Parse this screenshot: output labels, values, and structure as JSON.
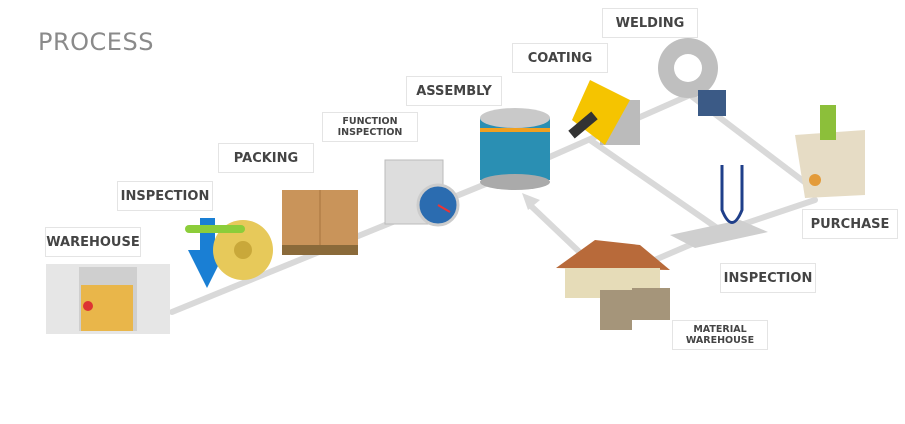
{
  "title": "PROCESS",
  "colors": {
    "connector": "#d9d9d9",
    "label_text": "#444444",
    "title_text": "#8a8a8a"
  },
  "steps": [
    {
      "id": "warehouse",
      "label": "WAREHOUSE",
      "icon": "warehouse-box-icon"
    },
    {
      "id": "inspection-1",
      "label": "INSPECTION",
      "icon": "disc-download-icon"
    },
    {
      "id": "packing",
      "label": "PACKING",
      "icon": "pallet-boxes-icon"
    },
    {
      "id": "function-inspection",
      "label": "FUNCTION INSPECTION",
      "icon": "server-gauge-icon"
    },
    {
      "id": "assembly",
      "label": "ASSEMBLY",
      "icon": "database-stack-icon"
    },
    {
      "id": "coating",
      "label": "COATING",
      "icon": "paint-roller-icon"
    },
    {
      "id": "welding",
      "label": "WELDING",
      "icon": "gear-lock-icon"
    },
    {
      "id": "purchase",
      "label": "PURCHASE",
      "icon": "shopping-bag-icon"
    },
    {
      "id": "inspection-2",
      "label": "INSPECTION",
      "icon": "stethoscope-drive-icon"
    },
    {
      "id": "material-warehouse",
      "label": "MATERIAL WAREHOUSE",
      "icon": "house-crates-icon"
    }
  ]
}
